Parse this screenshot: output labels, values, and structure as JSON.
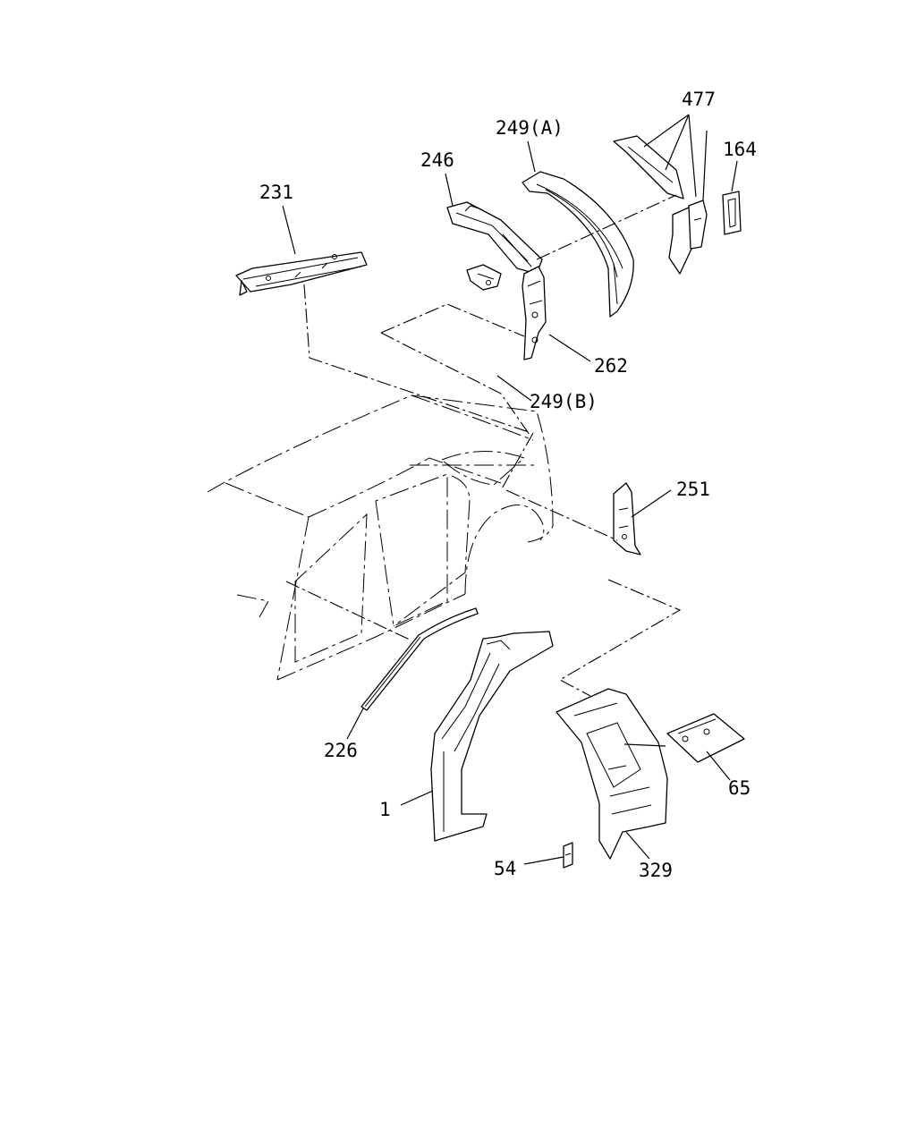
{
  "diagram": {
    "callouts": {
      "c231": "231",
      "c246": "246",
      "c249a": "249(A)",
      "c477": "477",
      "c164": "164",
      "c262": "262",
      "c249b": "249(B)",
      "c251": "251",
      "c226": "226",
      "c1": "1",
      "c65": "65",
      "c54": "54",
      "c329": "329"
    }
  }
}
